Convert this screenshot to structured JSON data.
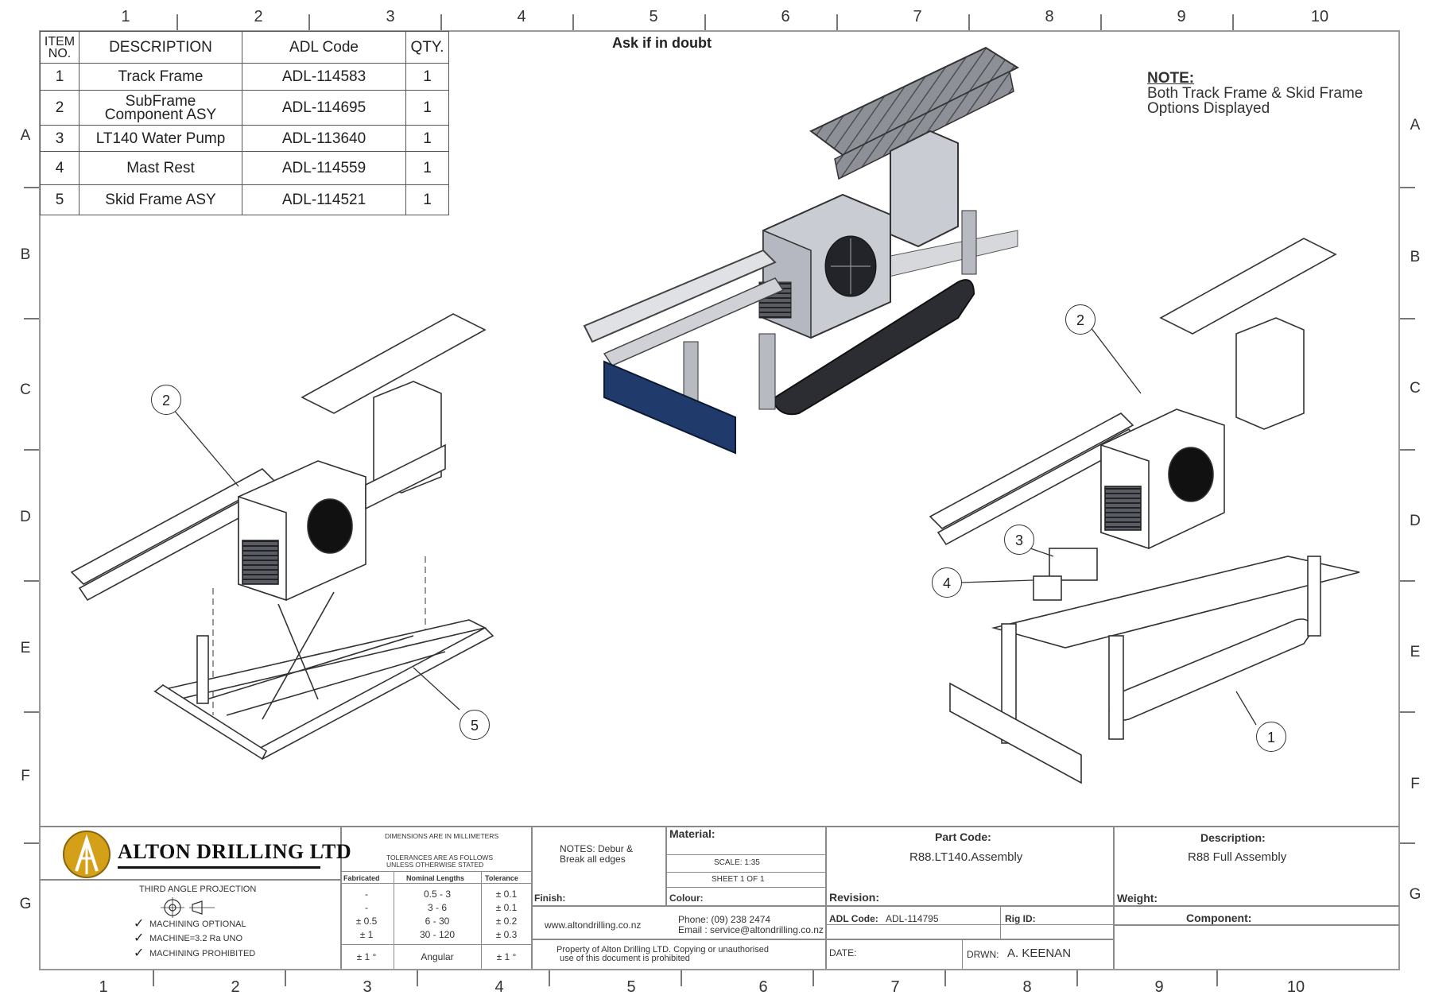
{
  "zones": {
    "columns": [
      "1",
      "2",
      "3",
      "4",
      "5",
      "6",
      "7",
      "8",
      "9",
      "10"
    ],
    "rows": [
      "A",
      "B",
      "C",
      "D",
      "E",
      "F",
      "G"
    ]
  },
  "header_note": "Ask if in doubt",
  "note": {
    "heading": "NOTE:",
    "line1": "Both Track Frame & Skid Frame",
    "line2": "Options Displayed"
  },
  "bom": {
    "headers": {
      "item_line1": "ITEM",
      "item_line2": "NO.",
      "description": "DESCRIPTION",
      "code": "ADL Code",
      "qty": "QTY."
    },
    "rows": [
      {
        "item": "1",
        "description": "Track Frame",
        "code": "ADL-114583",
        "qty": "1"
      },
      {
        "item": "2",
        "description": "SubFrame Component ASY",
        "code": "ADL-114695",
        "qty": "1"
      },
      {
        "item": "3",
        "description": "LT140 Water Pump",
        "code": "ADL-113640",
        "qty": "1"
      },
      {
        "item": "4",
        "description": "Mast Rest",
        "code": "ADL-114559",
        "qty": "1"
      },
      {
        "item": "5",
        "description": "Skid Frame ASY",
        "code": "ADL-114521",
        "qty": "1"
      }
    ]
  },
  "balloons": {
    "left_2": "2",
    "left_5": "5",
    "right_2": "2",
    "right_3": "3",
    "right_4": "4",
    "right_1": "1"
  },
  "title_block": {
    "company": "ALTON DRILLING LTD",
    "projection": "THIRD ANGLE PROJECTION",
    "machining": [
      "MACHINING OPTIONAL",
      "MACHINE=3.2 Ra UNO",
      "MACHINING PROHIBITED"
    ],
    "dimensions_note": "DIMENSIONS ARE IN MILLIMETERS",
    "tolerances_note_1": "TOLERANCES ARE AS FOLLOWS",
    "tolerances_note_2": "UNLESS OTHERWISE STATED",
    "tolerance_headers": [
      "Fabricated",
      "Nominal Lengths",
      "Tolerance"
    ],
    "tolerance_rows": [
      [
        "-",
        "0.5 - 3",
        "± 0.1"
      ],
      [
        "-",
        "3 - 6",
        "± 0.1"
      ],
      [
        "± 0.5",
        "6 - 30",
        "± 0.2"
      ],
      [
        "± 1",
        "30 - 120",
        "± 0.3"
      ]
    ],
    "angular_row": [
      "± 1 °",
      "Angular",
      "± 1 °"
    ],
    "notes_line1": "NOTES: Debur &",
    "notes_line2": "Break all edges",
    "material_label": "Material:",
    "scale": "SCALE:  1:35",
    "sheet": "SHEET 1 OF 1",
    "finish_label": "Finish:",
    "colour_label": "Colour:",
    "part_code_label": "Part Code:",
    "part_code": "R88.LT140.Assembly",
    "description_label": "Description:",
    "description": "R88 Full Assembly",
    "revision_label": "Revision:",
    "weight_label": "Weight:",
    "website": "www.altondrilling.co.nz",
    "phone": "Phone: (09) 238 2474",
    "email": "Email : service@altondrilling.co.nz",
    "adl_code_label": "ADL Code:",
    "adl_code": "ADL-114795",
    "rig_id_label": "Rig ID:",
    "component_label": "Component:",
    "property_line1": "Property of Alton Drilling LTD. Copying or unauthorised",
    "property_line2": "use of this document is prohibited",
    "date_label": "DATE:",
    "drawn_label": "DRWN:",
    "drawn_by": "A. KEENAN"
  },
  "colors": {
    "frame": "#999999",
    "logo_gold": "#d4a017",
    "blade_blue": "#1f3a6b",
    "machine_grey": "#c9ccd2"
  }
}
